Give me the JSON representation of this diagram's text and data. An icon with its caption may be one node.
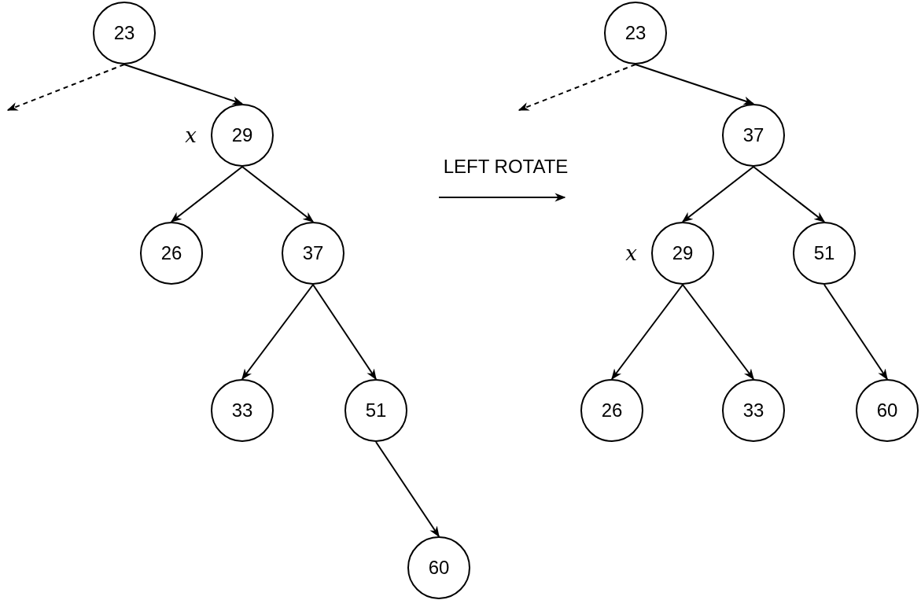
{
  "diagram": {
    "nodes": [
      {
        "text": [
          "23"
        ]
      },
      {
        "text": [
          "29"
        ],
        "beside": [
          "x"
        ]
      },
      {
        "text": [
          "26"
        ]
      },
      {
        "text": [
          "37"
        ]
      },
      {
        "text": [
          "33"
        ]
      },
      {
        "text": [
          "51"
        ]
      },
      {
        "text": [
          "60"
        ]
      },
      {
        "text": [
          "23"
        ]
      },
      {
        "text": [
          "37"
        ]
      },
      {
        "text": [
          "29"
        ],
        "beside": [
          "x"
        ]
      },
      {
        "text": [
          "51"
        ]
      },
      {
        "text": [
          "26"
        ]
      },
      {
        "text": [
          "33"
        ]
      },
      {
        "text": [
          "60"
        ]
      }
    ],
    "edges": [
      {
        "from": 0,
        "to": null,
        "arrow": "to",
        "style": "dashed"
      },
      {
        "from": 0,
        "to": 1,
        "arrow": "to"
      },
      {
        "from": 1,
        "to": 2,
        "arrow": "to"
      },
      {
        "from": 1,
        "to": 3,
        "arrow": "to"
      },
      {
        "from": 3,
        "to": 4,
        "arrow": "to"
      },
      {
        "from": 3,
        "to": 5,
        "arrow": "to"
      },
      {
        "from": 5,
        "to": 6,
        "arrow": "to"
      },
      {
        "from": 7,
        "to": null,
        "arrow": "to",
        "style": "dashed"
      },
      {
        "from": 7,
        "to": 8,
        "arrow": "to"
      },
      {
        "from": 8,
        "to": 9,
        "arrow": "to"
      },
      {
        "from": 8,
        "to": 10,
        "arrow": "to"
      },
      {
        "from": 9,
        "to": 11,
        "arrow": "to"
      },
      {
        "from": 9,
        "to": 12,
        "arrow": "to"
      },
      {
        "from": 10,
        "to": 13,
        "arrow": "to"
      }
    ],
    "labels": [
      "LEFT ROTATE"
    ]
  }
}
